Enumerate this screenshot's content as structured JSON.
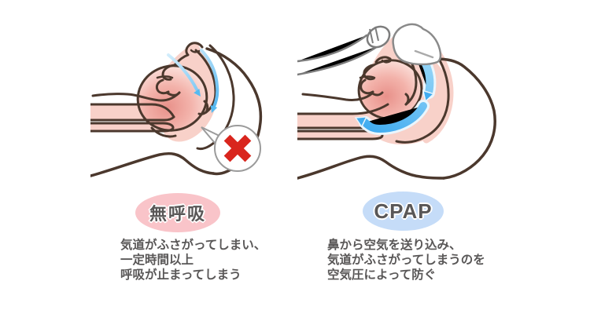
{
  "figure": {
    "title_left": "無呼吸",
    "title_right": "CPAP",
    "left": {
      "badge": "無呼吸",
      "badge_bg": "#f9c4c9",
      "description": [
        "気道がふさがってしまい、",
        "一定時間以上",
        "呼吸が止まってしまう"
      ],
      "icons": [
        "x-mark-icon",
        "blocked-airflow-arrows"
      ]
    },
    "right": {
      "badge": "CPAP",
      "badge_bg": "#c5dcf8",
      "description": [
        "鼻から空気を送り込み、",
        "気道がふさがってしまうのを",
        "空気圧によって防ぐ"
      ],
      "icons": [
        "cpap-mask-icon",
        "cpap-hose-icon",
        "airflow-arrow"
      ]
    },
    "colors": {
      "background": "#ffffff",
      "outline_brown": "#4b382d",
      "text_gray": "#595757",
      "skin_pink": "#f8d1c9",
      "tongue_red": "#e8918a",
      "air_blue": "#4fb4f0",
      "cross_red": "#d9251d",
      "equipment_gray": "#7d7d7d"
    }
  }
}
